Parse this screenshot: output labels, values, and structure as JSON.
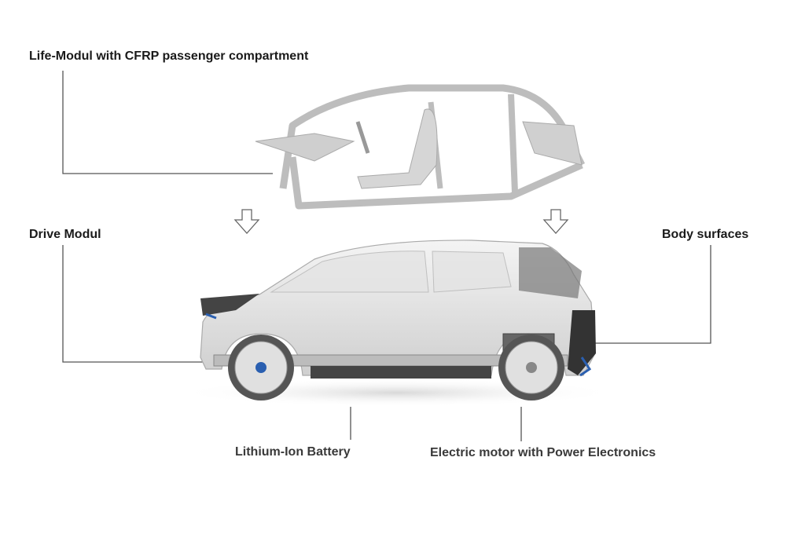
{
  "labels": {
    "life_modul": "Life-Modul with CFRP passenger compartment",
    "drive_modul": "Drive Modul",
    "body_surfaces": "Body surfaces",
    "battery": "Lithium-Ion Battery",
    "motor": "Electric motor with Power Electronics"
  },
  "colors": {
    "text": "#1a1a1a",
    "leader_line": "#555555",
    "accent_blue": "#2a5fb0"
  }
}
